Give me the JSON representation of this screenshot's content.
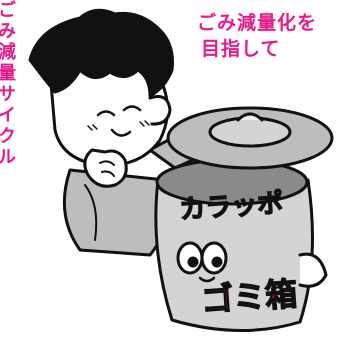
{
  "headline": {
    "line1": "ごみ減量化を",
    "line2": "目指して"
  },
  "side_text": "ごみ減量サイクル",
  "bin": {
    "brand_label": "カラッポ",
    "type_label": "ゴミ箱"
  },
  "colors": {
    "accent_pink": "#e8198b",
    "label_red": "#e0144a",
    "gray": "#bdbdbd",
    "dark_gray": "#8a8a8a",
    "outline": "#111111"
  }
}
